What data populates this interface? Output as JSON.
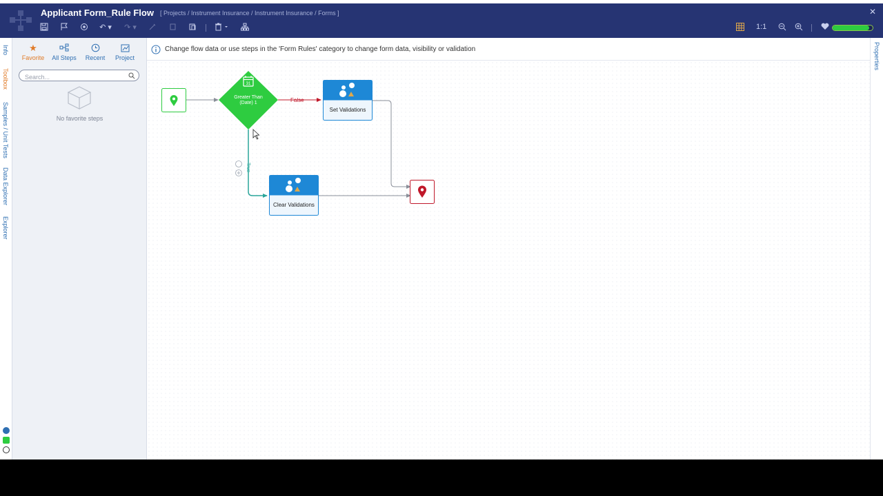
{
  "header": {
    "title": "Applicant Form_Rule Flow",
    "breadcrumb": "[ Projects / Instrument Insurance / Instrument Insurance / Forms ]",
    "zoom_label": "1:1",
    "health_progress": 0.92
  },
  "left_rail": {
    "tabs": [
      "Info",
      "Toolbox",
      "Samples / Unit Tests",
      "Data Explorer",
      "Explorer"
    ],
    "active": "Toolbox"
  },
  "sidebar": {
    "tabs": [
      {
        "label": "Favorite",
        "icon": "star-icon"
      },
      {
        "label": "All Steps",
        "icon": "steps-icon"
      },
      {
        "label": "Recent",
        "icon": "clock-icon"
      },
      {
        "label": "Project",
        "icon": "project-icon"
      }
    ],
    "search_placeholder": "Search...",
    "empty_message": "No favorite steps"
  },
  "right_rail": {
    "tab": "Properties"
  },
  "canvas": {
    "info_message": "Change flow data or use steps in the 'Form Rules' category to change form data, visibility or validation",
    "nodes": {
      "decision_line1": "Greater Than",
      "decision_line2": "(Date) 1",
      "set_validations": "Set Validations",
      "clear_validations": "Clear Validations"
    },
    "edges": {
      "false_label": "False",
      "true_label": "True"
    }
  },
  "colors": {
    "header_bg": "#263473",
    "decision_green": "#2ecc40",
    "step_blue": "#1e88d6",
    "false_red": "#c0182a",
    "true_teal": "#2aa59a",
    "end_red": "#c0182a",
    "start_green": "#2ecc40"
  }
}
